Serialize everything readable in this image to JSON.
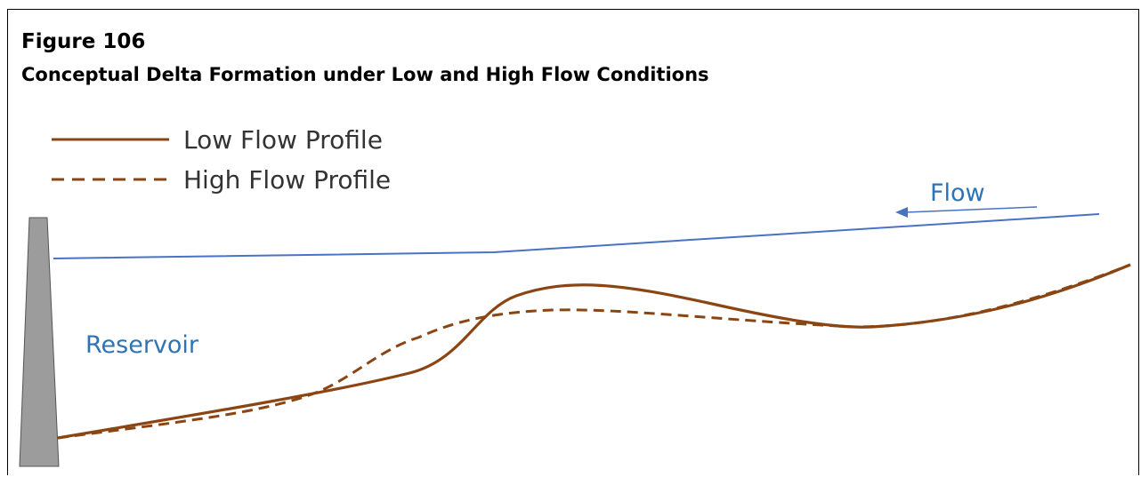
{
  "figure": {
    "number": "Figure 106",
    "title": "Conceptual Delta Formation under Low and High Flow Conditions"
  },
  "legend": {
    "low_flow_label": "Low Flow Profile",
    "high_flow_label": "High Flow Profile"
  },
  "labels": {
    "flow": "Flow",
    "reservoir": "Reservoir"
  },
  "colors": {
    "profile": "#8B4513",
    "water": "#4A72C4",
    "text_blue": "#2E74B5",
    "dam": "#9C9C9C"
  }
}
